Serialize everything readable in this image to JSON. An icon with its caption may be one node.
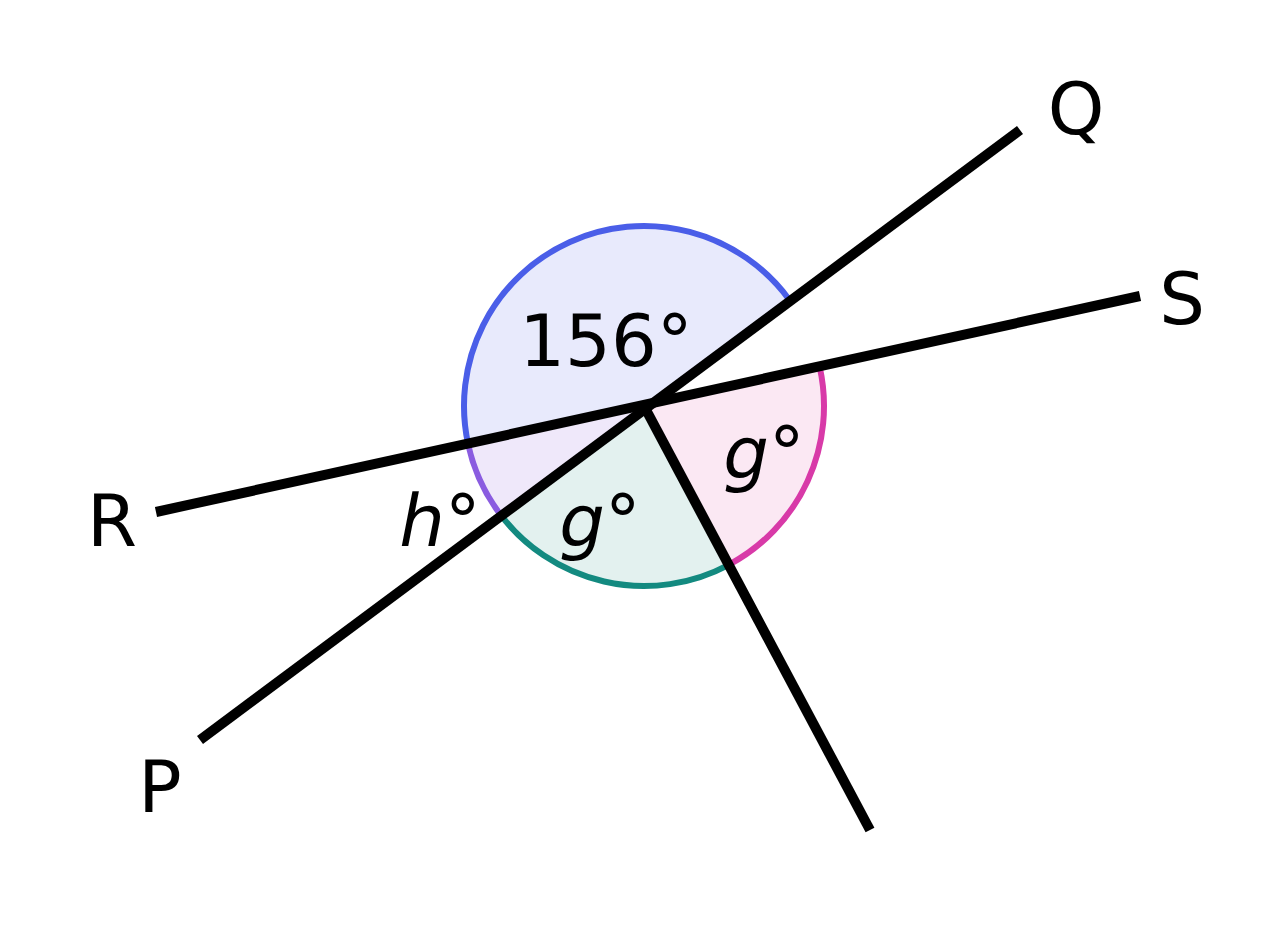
{
  "diagram": {
    "labels": [
      "Q",
      "S",
      "156°",
      "R",
      "*h*°",
      "*g*°",
      "*g*°",
      "P"
    ]
  }
}
